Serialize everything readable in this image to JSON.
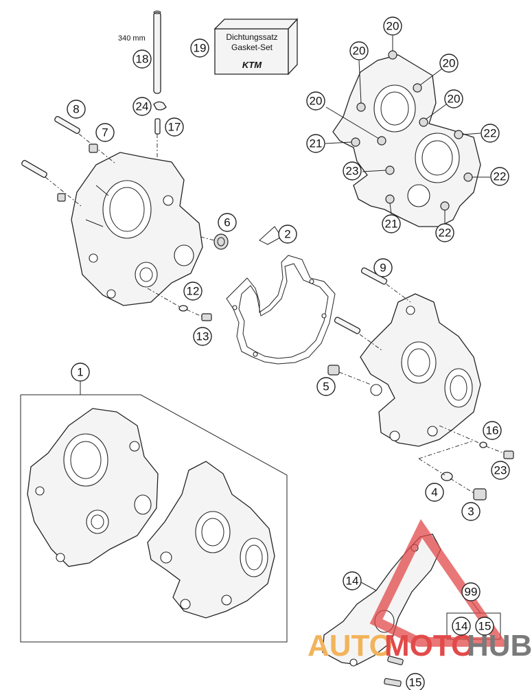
{
  "rod": {
    "length_label": "340 mm"
  },
  "gasket_set": {
    "line1": "Dichtungssatz",
    "line2": "Gasket-Set",
    "brand": "KTM"
  },
  "callouts": {
    "c1": "1",
    "c2": "2",
    "c3": "3",
    "c4": "4",
    "c5": "5",
    "c6": "6",
    "c7": "7",
    "c8": "8",
    "c9": "9",
    "c12": "12",
    "c13": "13",
    "c14": "14",
    "c15": "15",
    "c16": "16",
    "c17": "17",
    "c18": "18",
    "c19": "19",
    "c20": "20",
    "c21": "21",
    "c22": "22",
    "c23": "23",
    "c24": "24",
    "c99": "99"
  },
  "kit_box": {
    "a": "14",
    "b": "15"
  },
  "watermark": {
    "part1": "AUTO",
    "part2": "MOTO",
    "part3": "HUB",
    "color_red": "#e24a4a",
    "color_orange": "#f2b35a",
    "color_grey": "#7a7a7a"
  }
}
